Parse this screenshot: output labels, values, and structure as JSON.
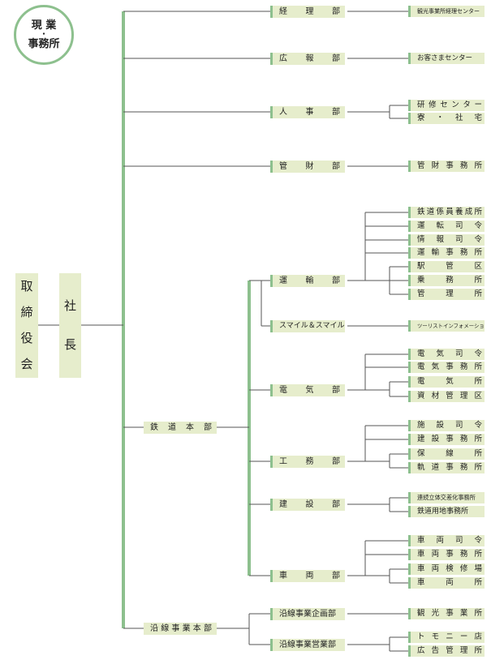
{
  "badge": {
    "line1": "現 業",
    "dot": "・",
    "line2": "事務所"
  },
  "board": [
    "取",
    "締",
    "役",
    "会"
  ],
  "president": [
    "社",
    "長"
  ],
  "departments": {
    "keiri": "経　理　部",
    "kouhou": "広　報　部",
    "jinji": "人　事　部",
    "kanzai": "管　財　部",
    "unyu": "運　輸　部",
    "smile": "スマイル＆スマイル室",
    "denki": "電　気　部",
    "kou": "工　務　部",
    "kensetsu": "建　設　部",
    "sharyou": "車　両　部",
    "enkikaku": "沿線事業企画部",
    "eneigyo": "沿線事業営業部"
  },
  "hq": {
    "tetsudo": "鉄　道　本　部",
    "ensen": "沿線事業本部"
  },
  "units": {
    "kankou_keiri": "観光事業所経理センター",
    "okyakusama": "お客さまセンター",
    "kenshu": "研修センター",
    "ryou": "寮 ・ 社 宅",
    "kanzai_jimusho": "管 財 事 務 所",
    "yousei": "鉄道係員養成所",
    "unten": "運 転 司 令",
    "jouhou": "情 報 司 令",
    "unyu_jimu": "運 輸 事 務 所",
    "eki": "駅 管 区",
    "jomu": "乗 務 所",
    "kanri": "管 理 所",
    "tourist": "ツーリストインフォメーションセンター",
    "denki_shirei": "電 気 司 令",
    "denki_jimu": "電 気 事 務 所",
    "denki_sho": "電 気 所",
    "shizai": "資 材 管 理 区",
    "shisetsu": "施 設 司 令",
    "kensetsu_jimu": "建 設 事 務 所",
    "hosen": "保 線 所",
    "kidou": "軌 道 事 務 所",
    "renzoku": "連続立体交差化事務所",
    "youchi": "鉄道用地事務所",
    "sharyou_shirei": "車 両 司 令",
    "sharyou_jimu": "車 両 事 務 所",
    "kenshu_ba": "車 両 検 修 場",
    "sharyou_sho": "車 両 所",
    "kankou_jimu": "観 光 事 業 所",
    "tomoni": "ト モ ニ ー 店",
    "koukoku": "広 告 管 理 所"
  },
  "colors": {
    "accent": "#8dc08e",
    "fill": "#e6edcc",
    "line": "#555555"
  }
}
